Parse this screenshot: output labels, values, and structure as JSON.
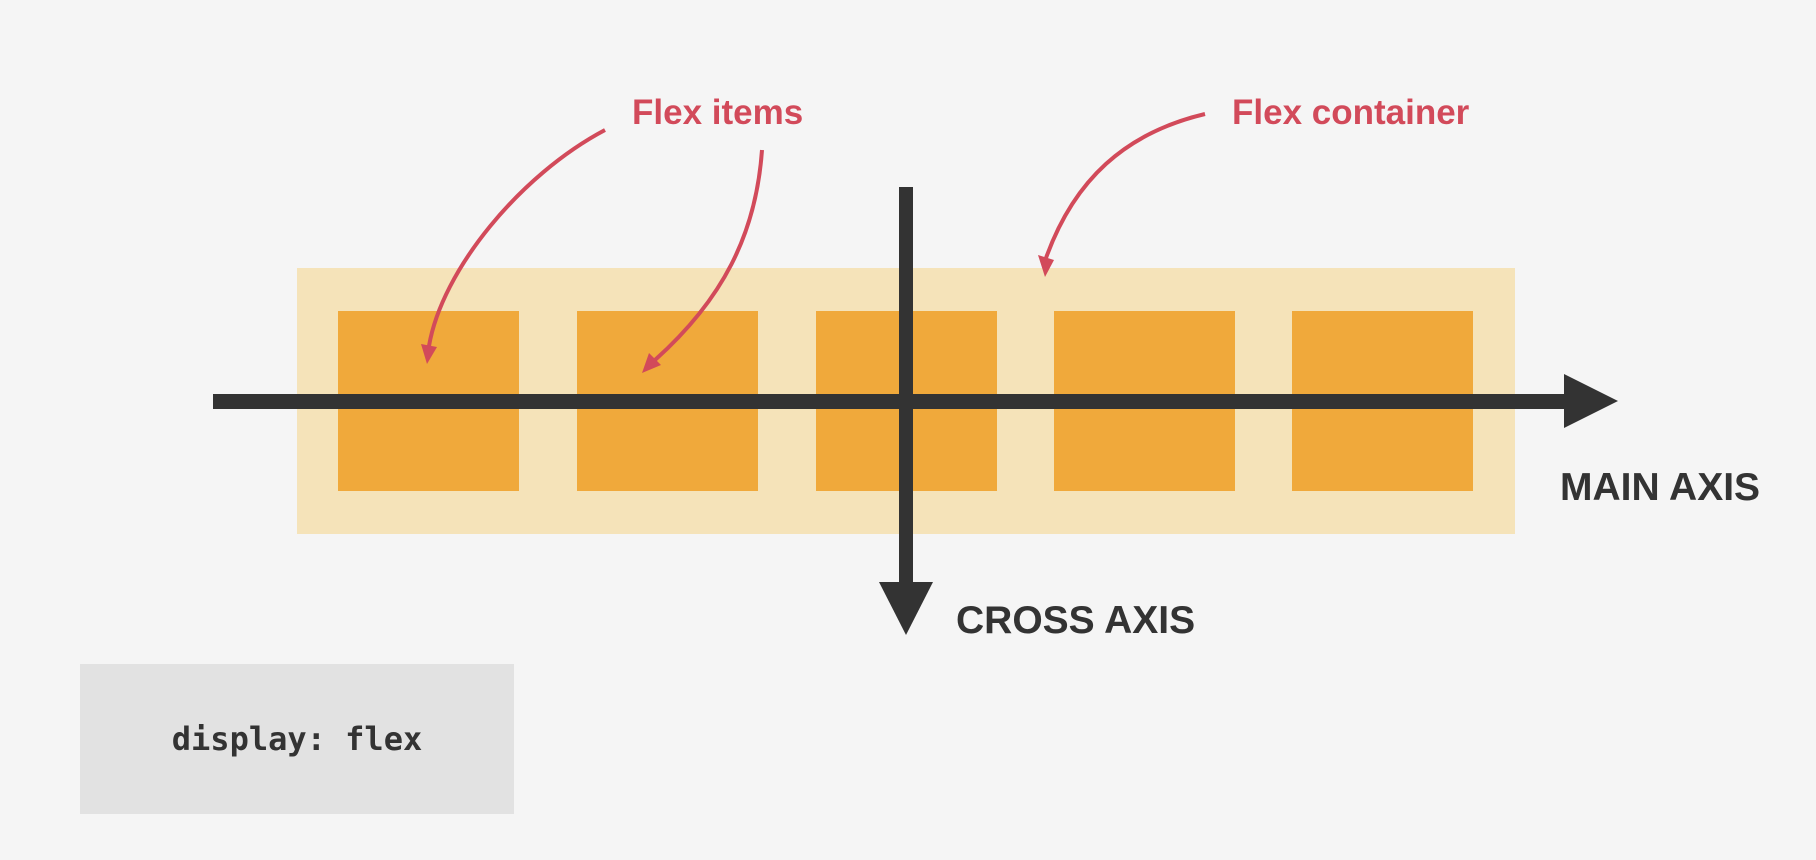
{
  "labels": {
    "flex_items": "Flex items",
    "flex_container": "Flex container",
    "main_axis": "MAIN AXIS",
    "cross_axis": "CROSS AXIS"
  },
  "code": {
    "text": "display: flex"
  },
  "colors": {
    "background": "#f5f5f5",
    "container_fill": "#f5e3b9",
    "item_fill": "#f0a93b",
    "axis": "#333333",
    "annotation": "#d24a5a",
    "code_box": "#e2e2e2"
  },
  "flex_items": {
    "count": 5
  }
}
